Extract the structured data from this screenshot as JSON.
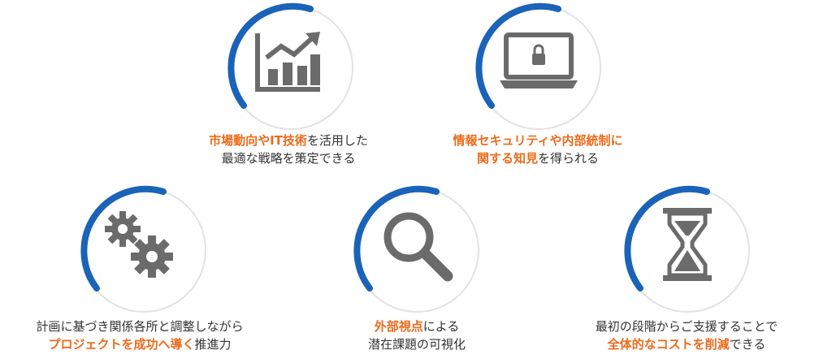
{
  "colors": {
    "accent_blue": "#1a63b8",
    "highlight_orange": "#ee6a1a",
    "icon_gray": "#6b6b6b",
    "text": "#333333"
  },
  "features": [
    {
      "icon": "bar-chart-growth-icon",
      "line1": [
        {
          "t": "市場動向やIT技術",
          "hl": true
        },
        {
          "t": "を活用した",
          "hl": false
        }
      ],
      "line2": [
        {
          "t": "最適な戦略を策定できる",
          "hl": false
        }
      ]
    },
    {
      "icon": "laptop-lock-icon",
      "line1": [
        {
          "t": "情報セキュリティや内部統制に",
          "hl": true
        }
      ],
      "line2": [
        {
          "t": "関する知見",
          "hl": true
        },
        {
          "t": "を得られる",
          "hl": false
        }
      ]
    },
    {
      "icon": "gears-icon",
      "line1": [
        {
          "t": "計画に基づき関係各所と調整しながら",
          "hl": false
        }
      ],
      "line2": [
        {
          "t": "プロジェクトを成功へ導く",
          "hl": true
        },
        {
          "t": "推進力",
          "hl": false
        }
      ]
    },
    {
      "icon": "magnifier-icon",
      "line1": [
        {
          "t": "外部視点",
          "hl": true
        },
        {
          "t": "による",
          "hl": false
        }
      ],
      "line2": [
        {
          "t": "潜在課題の可視化",
          "hl": false
        }
      ]
    },
    {
      "icon": "hourglass-icon",
      "line1": [
        {
          "t": "最初の段階からご支援することで",
          "hl": false
        }
      ],
      "line2": [
        {
          "t": "全体的なコストを削減",
          "hl": true
        },
        {
          "t": "できる",
          "hl": false
        }
      ]
    }
  ]
}
